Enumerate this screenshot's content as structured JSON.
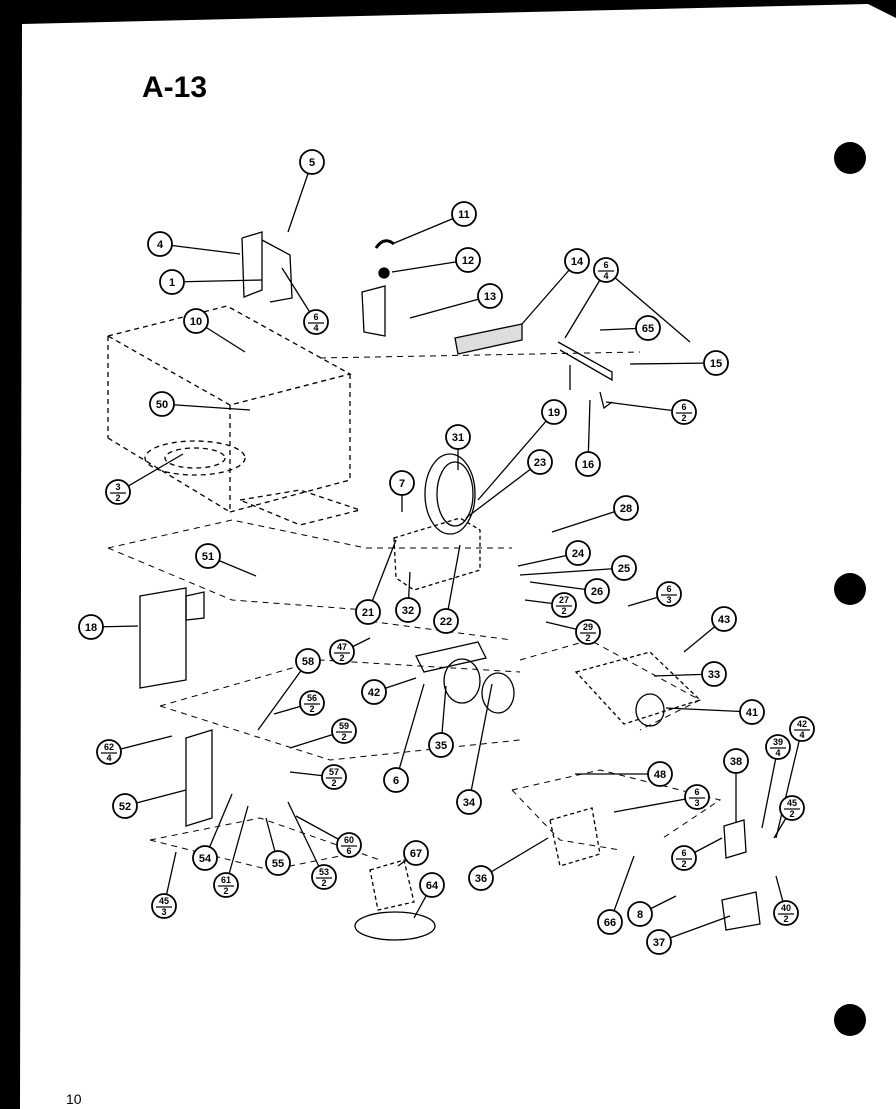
{
  "page": {
    "title": "A-13",
    "page_number": "10",
    "colors": {
      "paper": "#ffffff",
      "ink": "#000000",
      "background": "#000000"
    }
  },
  "callouts": [
    {
      "id": "c-5",
      "text": "5"
    },
    {
      "id": "c-4",
      "text": "4"
    },
    {
      "id": "c-1",
      "text": "1"
    },
    {
      "id": "c-6-4a",
      "num": "6",
      "den": "4"
    },
    {
      "id": "c-11",
      "text": "11"
    },
    {
      "id": "c-12",
      "text": "12"
    },
    {
      "id": "c-13",
      "text": "13"
    },
    {
      "id": "c-14",
      "text": "14"
    },
    {
      "id": "c-6-4b",
      "num": "6",
      "den": "4"
    },
    {
      "id": "c-65",
      "text": "65"
    },
    {
      "id": "c-15",
      "text": "15"
    },
    {
      "id": "c-10",
      "text": "10"
    },
    {
      "id": "c-50",
      "text": "50"
    },
    {
      "id": "c-6-2a",
      "num": "6",
      "den": "2"
    },
    {
      "id": "c-16",
      "text": "16"
    },
    {
      "id": "c-3-2",
      "num": "3",
      "den": "2"
    },
    {
      "id": "c-19",
      "text": "19"
    },
    {
      "id": "c-31",
      "text": "31"
    },
    {
      "id": "c-23",
      "text": "23"
    },
    {
      "id": "c-7",
      "text": "7"
    },
    {
      "id": "c-28",
      "text": "28"
    },
    {
      "id": "c-24",
      "text": "24"
    },
    {
      "id": "c-25",
      "text": "25"
    },
    {
      "id": "c-26",
      "text": "26"
    },
    {
      "id": "c-27-2",
      "num": "27",
      "den": "2"
    },
    {
      "id": "c-51",
      "text": "51"
    },
    {
      "id": "c-21",
      "text": "21"
    },
    {
      "id": "c-32",
      "text": "32"
    },
    {
      "id": "c-22",
      "text": "22"
    },
    {
      "id": "c-29-2",
      "num": "29",
      "den": "2"
    },
    {
      "id": "c-6-3a",
      "num": "6",
      "den": "3"
    },
    {
      "id": "c-43",
      "text": "43"
    },
    {
      "id": "c-18",
      "text": "18"
    },
    {
      "id": "c-47-2",
      "num": "47",
      "den": "2"
    },
    {
      "id": "c-58",
      "text": "58"
    },
    {
      "id": "c-33",
      "text": "33"
    },
    {
      "id": "c-42",
      "text": "42"
    },
    {
      "id": "c-41",
      "text": "41"
    },
    {
      "id": "c-56-2",
      "num": "56",
      "den": "2"
    },
    {
      "id": "c-59-2",
      "num": "59",
      "den": "2"
    },
    {
      "id": "c-62-4",
      "num": "62",
      "den": "4"
    },
    {
      "id": "c-35",
      "text": "35"
    },
    {
      "id": "c-39-4",
      "num": "39",
      "den": "4"
    },
    {
      "id": "c-42-4",
      "num": "42",
      "den": "4"
    },
    {
      "id": "c-38",
      "text": "38"
    },
    {
      "id": "c-57-2",
      "num": "57",
      "den": "2"
    },
    {
      "id": "c-6",
      "text": "6"
    },
    {
      "id": "c-48",
      "text": "48"
    },
    {
      "id": "c-52",
      "text": "52"
    },
    {
      "id": "c-34",
      "text": "34"
    },
    {
      "id": "c-6-3b",
      "num": "6",
      "den": "3"
    },
    {
      "id": "c-45-2",
      "num": "45",
      "den": "2"
    },
    {
      "id": "c-60-6",
      "num": "60",
      "den": "6"
    },
    {
      "id": "c-6-2b",
      "num": "6",
      "den": "2"
    },
    {
      "id": "c-54",
      "text": "54"
    },
    {
      "id": "c-55",
      "text": "55"
    },
    {
      "id": "c-53-2",
      "num": "53",
      "den": "2"
    },
    {
      "id": "c-67",
      "text": "67"
    },
    {
      "id": "c-36",
      "text": "36"
    },
    {
      "id": "c-61-2",
      "num": "61",
      "den": "2"
    },
    {
      "id": "c-45-3",
      "num": "45",
      "den": "3"
    },
    {
      "id": "c-64",
      "text": "64"
    },
    {
      "id": "c-66",
      "text": "66"
    },
    {
      "id": "c-8",
      "text": "8"
    },
    {
      "id": "c-40-2",
      "num": "40",
      "den": "2"
    },
    {
      "id": "c-37",
      "text": "37"
    }
  ]
}
